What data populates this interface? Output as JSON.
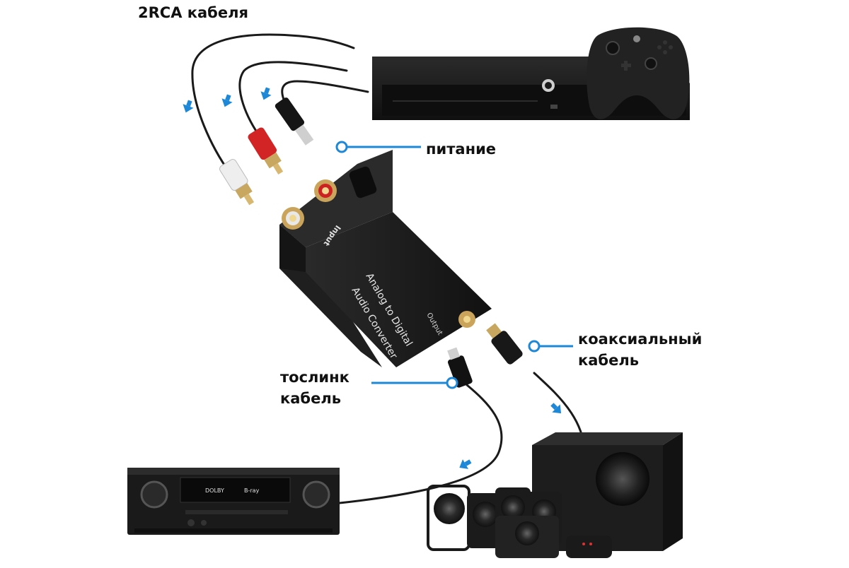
{
  "labels": {
    "rca_cables": "2RCA кабеля",
    "power": "питание",
    "coax_line1": "коаксиальный",
    "coax_line2": "кабель",
    "toslink_line1": "тослинк",
    "toslink_line2": "кабель"
  },
  "converter": {
    "top_label": "Input",
    "side_line1": "Analog to Digital",
    "side_line2": "Audio Converter",
    "side_label": "Output"
  },
  "receiver": {
    "display_left": "DOLBY",
    "display_right": "B-ray"
  },
  "colors": {
    "accent": "#1e88d8",
    "cable": "#1a1a1a",
    "device": "#161616",
    "rca_red": "#d22424",
    "rca_white": "#eeeeee",
    "gold": "#d4b060"
  },
  "icons": {
    "arrow": "arrow-down-icon",
    "xbox_logo": "xbox-logo-icon"
  }
}
